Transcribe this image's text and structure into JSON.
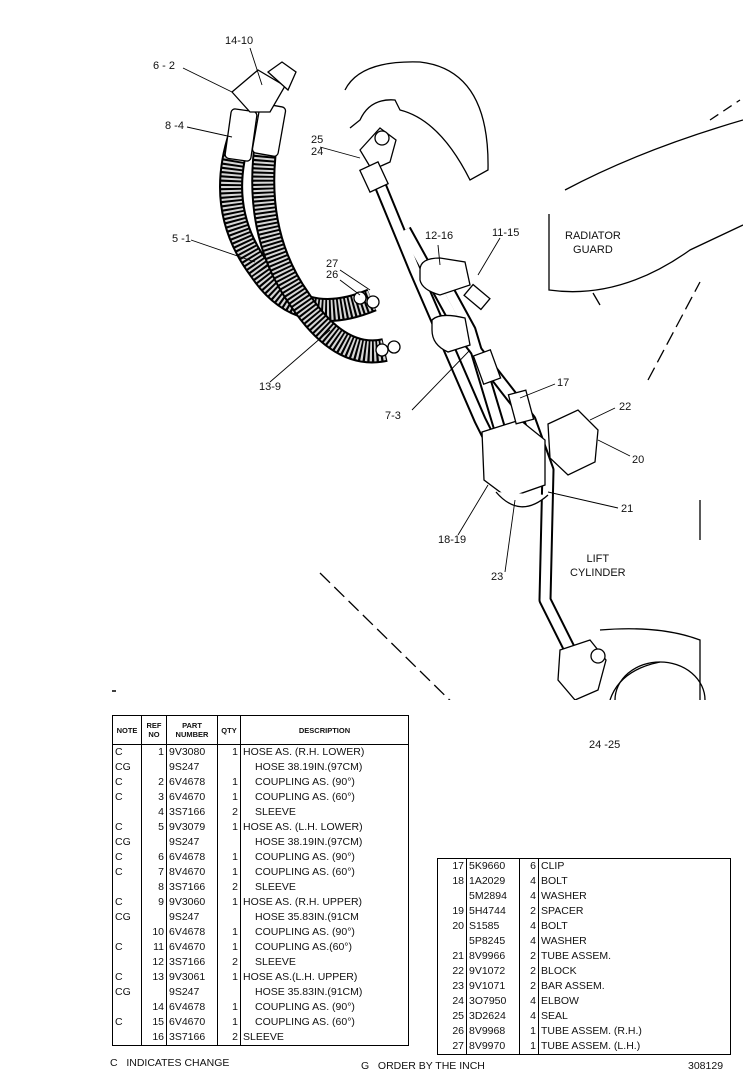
{
  "callouts": [
    "14-10",
    "6 - 2",
    "8 -4",
    "5 -1",
    "25",
    "24",
    "13-9",
    "27",
    "26",
    "12-16",
    "11-15",
    "7-3",
    "17",
    "22",
    "20",
    "21",
    "18-19",
    "23",
    "24 -25"
  ],
  "area_labels": {
    "radiator_guard": "RADIATOR\nGUARD",
    "lift_cylinder": "LIFT\nCYLINDER"
  },
  "parts_table_left": {
    "headers": [
      "NOTE",
      "REF\nNO",
      "PART\nNUMBER",
      "QTY",
      "DESCRIPTION"
    ],
    "rows": [
      {
        "note": "C",
        "ref": "1",
        "part": "9V3080",
        "qty": "1",
        "desc": "HOSE AS. (R.H. LOWER)",
        "indent": false
      },
      {
        "note": "CG",
        "ref": "",
        "part": "9S247",
        "qty": "",
        "desc": "HOSE 38.19IN.(97CM)",
        "indent": true
      },
      {
        "note": "C",
        "ref": "2",
        "part": "6V4678",
        "qty": "1",
        "desc": "COUPLING AS. (90°)",
        "indent": true
      },
      {
        "note": "C",
        "ref": "3",
        "part": "6V4670",
        "qty": "1",
        "desc": "COUPLING AS. (60°)",
        "indent": true
      },
      {
        "note": "",
        "ref": "4",
        "part": "3S7166",
        "qty": "2",
        "desc": "SLEEVE",
        "indent": true
      },
      {
        "note": "C",
        "ref": "5",
        "part": "9V3079",
        "qty": "1",
        "desc": "HOSE AS. (L.H. LOWER)",
        "indent": false
      },
      {
        "note": "CG",
        "ref": "",
        "part": "9S247",
        "qty": "",
        "desc": "HOSE 38.19IN.(97CM)",
        "indent": true
      },
      {
        "note": "C",
        "ref": "6",
        "part": "6V4678",
        "qty": "1",
        "desc": "COUPLING AS. (90°)",
        "indent": true
      },
      {
        "note": "C",
        "ref": "7",
        "part": "8V4670",
        "qty": "1",
        "desc": "COUPLING AS. (60°)",
        "indent": true
      },
      {
        "note": "",
        "ref": "8",
        "part": "3S7166",
        "qty": "2",
        "desc": "SLEEVE",
        "indent": true
      },
      {
        "note": "C",
        "ref": "9",
        "part": "9V3060",
        "qty": "1",
        "desc": "HOSE AS. (R.H. UPPER)",
        "indent": false
      },
      {
        "note": "CG",
        "ref": "",
        "part": "9S247",
        "qty": "",
        "desc": "HOSE 35.83IN.(91CM",
        "indent": true
      },
      {
        "note": "",
        "ref": "10",
        "part": "6V4678",
        "qty": "1",
        "desc": "COUPLING AS. (90°)",
        "indent": true
      },
      {
        "note": "C",
        "ref": "11",
        "part": "6V4670",
        "qty": "1",
        "desc": "COUPLING AS.(60°)",
        "indent": true
      },
      {
        "note": "",
        "ref": "12",
        "part": "3S7166",
        "qty": "2",
        "desc": "SLEEVE",
        "indent": true
      },
      {
        "note": "C",
        "ref": "13",
        "part": "9V3061",
        "qty": "1",
        "desc": "HOSE AS.(L.H. UPPER)",
        "indent": false
      },
      {
        "note": "CG",
        "ref": "",
        "part": "9S247",
        "qty": "",
        "desc": "HOSE 35.83IN.(91CM)",
        "indent": true
      },
      {
        "note": "",
        "ref": "14",
        "part": "6V4678",
        "qty": "1",
        "desc": "COUPLING AS. (90°)",
        "indent": true
      },
      {
        "note": "C",
        "ref": "15",
        "part": "6V4670",
        "qty": "1",
        "desc": "COUPLING AS. (60°)",
        "indent": true
      },
      {
        "note": "",
        "ref": "16",
        "part": "3S7166",
        "qty": "2",
        "desc": "SLEEVE",
        "indent": false
      }
    ]
  },
  "parts_table_right": {
    "rows": [
      {
        "ref": "17",
        "part": "5K9660",
        "qty": "6",
        "desc": "CLIP"
      },
      {
        "ref": "18",
        "part": "1A2029",
        "qty": "4",
        "desc": "BOLT"
      },
      {
        "ref": "",
        "part": "5M2894",
        "qty": "4",
        "desc": "WASHER"
      },
      {
        "ref": "19",
        "part": "5H4744",
        "qty": "2",
        "desc": "SPACER"
      },
      {
        "ref": "20",
        "part": "S1585",
        "qty": "4",
        "desc": "BOLT"
      },
      {
        "ref": "",
        "part": "5P8245",
        "qty": "4",
        "desc": "WASHER"
      },
      {
        "ref": "21",
        "part": "8V9966",
        "qty": "2",
        "desc": "TUBE ASSEM."
      },
      {
        "ref": "22",
        "part": "9V1072",
        "qty": "2",
        "desc": "BLOCK"
      },
      {
        "ref": "23",
        "part": "9V1071",
        "qty": "2",
        "desc": "BAR ASSEM."
      },
      {
        "ref": "24",
        "part": "3O7950",
        "qty": "4",
        "desc": "ELBOW"
      },
      {
        "ref": "25",
        "part": "3D2624",
        "qty": "4",
        "desc": "SEAL"
      },
      {
        "ref": "26",
        "part": "8V9968",
        "qty": "1",
        "desc": "TUBE ASSEM. (R.H.)"
      },
      {
        "ref": "27",
        "part": "8V9970",
        "qty": "1",
        "desc": "TUBE ASSEM. (L.H.)"
      }
    ]
  },
  "footer": {
    "note_c": "C   INDICATES CHANGE",
    "note_g": "G   ORDER BY THE INCH",
    "figure_no": "308129"
  }
}
